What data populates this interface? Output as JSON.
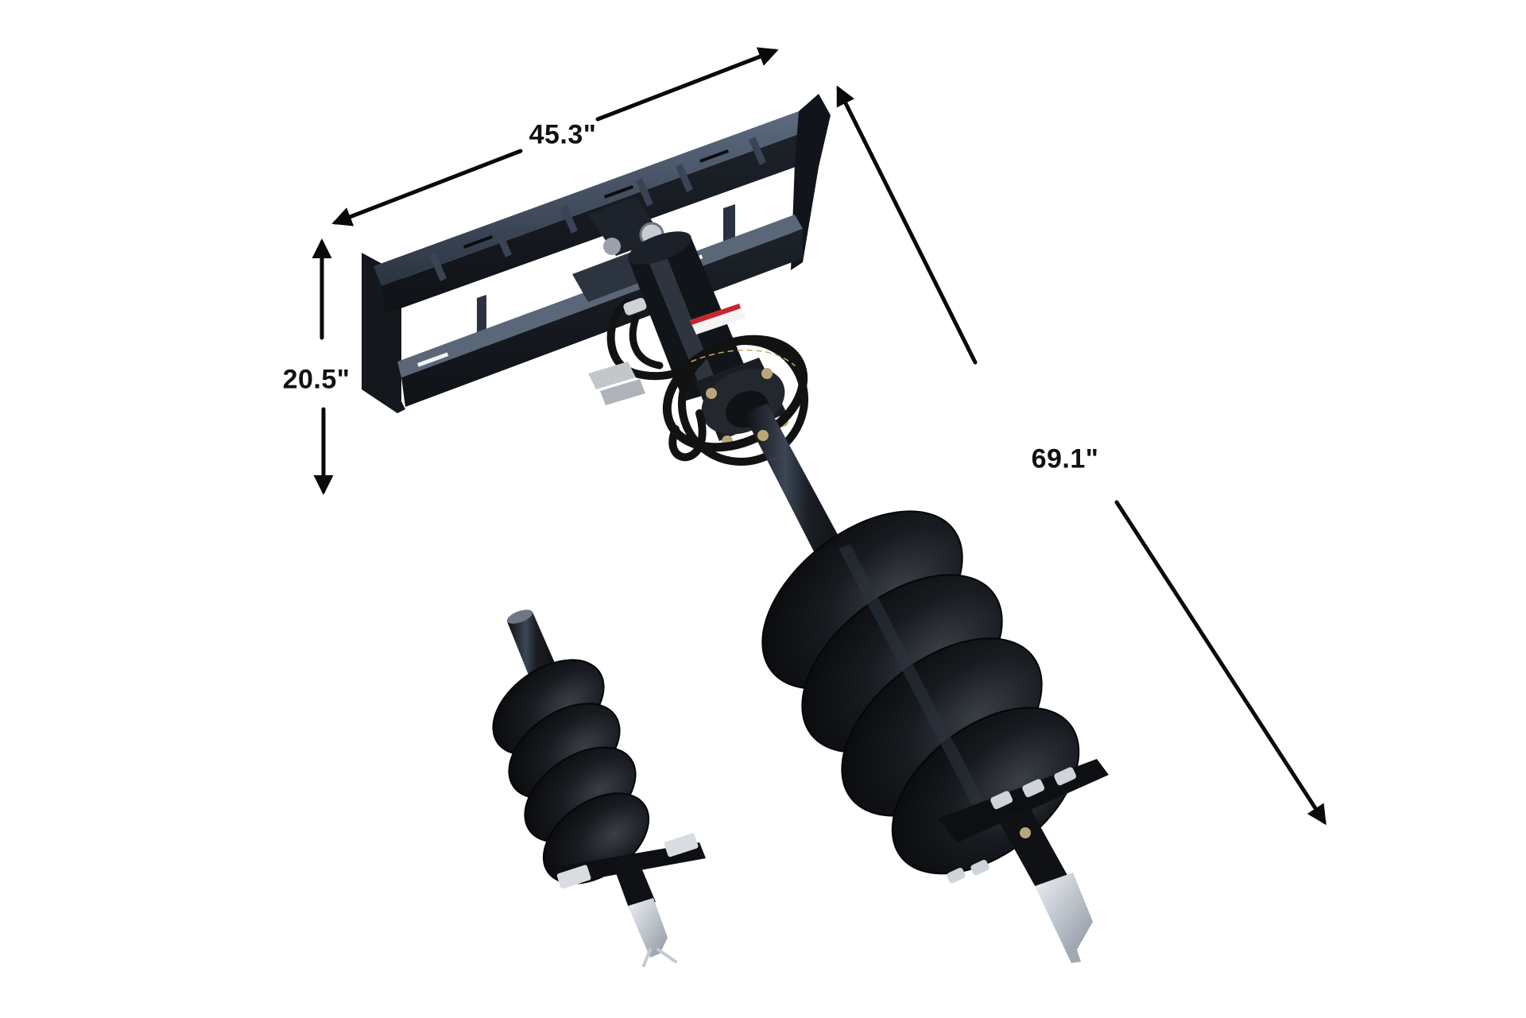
{
  "image": {
    "subject": "Skid steer hydraulic auger attachment with two auger bits",
    "background_color": "#ffffff",
    "colors": {
      "steel_dark": "#15181d",
      "steel_mid": "#2a3340",
      "steel_light": "#5d6b80",
      "hose": "#121212",
      "bit_metal": "#c9ced6",
      "arrow": "#0a0a0a",
      "warning_decal": "#c8262c"
    }
  },
  "dimensions": {
    "width": {
      "label": "45.3\"",
      "description": "Mounting frame width"
    },
    "height": {
      "label": "20.5\"",
      "description": "Mounting frame height"
    },
    "length": {
      "label": "69.1\"",
      "description": "Overall length including auger bit"
    }
  },
  "components": {
    "mount_plate": "Quick-attach mounting frame",
    "drive_unit": "Hydraulic drive motor",
    "hoses": "Hydraulic hoses with couplers",
    "large_auger": "Large diameter auger bit with carbide teeth",
    "small_auger": "Small diameter auger bit"
  }
}
